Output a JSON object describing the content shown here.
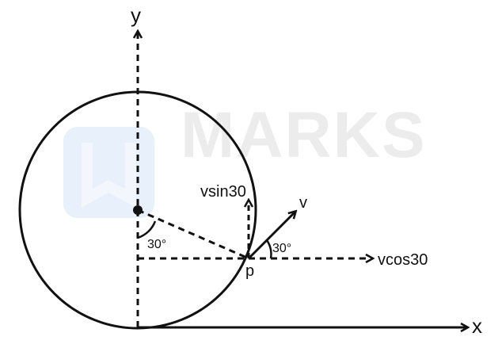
{
  "labels": {
    "y_axis": "y",
    "x_axis": "x",
    "v": "v",
    "vsin": "vsin30",
    "vcos": "vcos30",
    "point": "p",
    "angle_center": "30°",
    "angle_velocity": "30°"
  },
  "watermark": "MARKS",
  "colors": {
    "stroke": "#111111",
    "watermark": "#e6e6e6",
    "logo": "#e8f0fb"
  }
}
